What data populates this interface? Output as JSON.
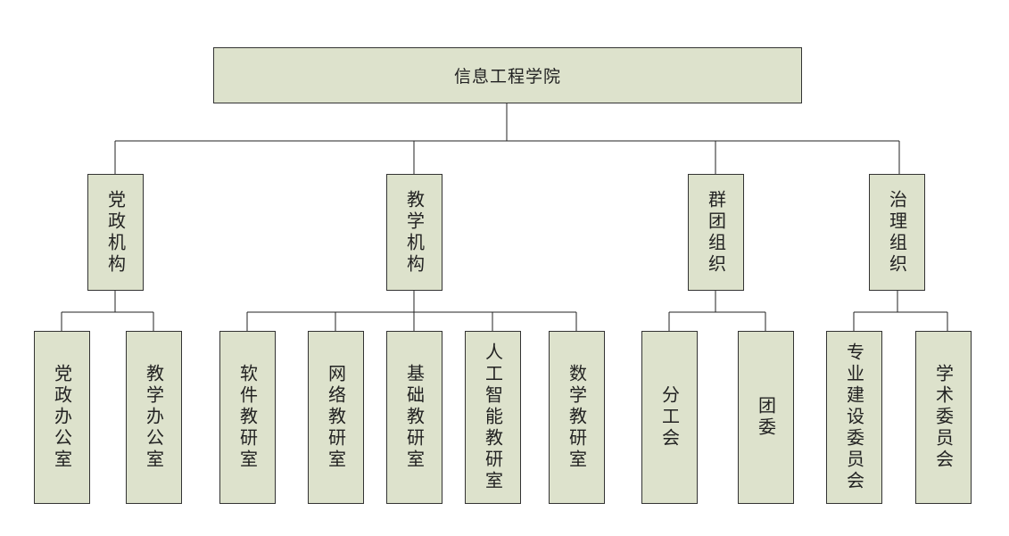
{
  "root": {
    "label": "信息工程学院"
  },
  "level1": [
    {
      "label": "党政机构",
      "children": [
        "党政办公室",
        "教学办公室"
      ]
    },
    {
      "label": "教学机构",
      "children": [
        "软件教研室",
        "网络教研室",
        "基础教研室",
        "人工智能教研室",
        "数学教研室"
      ]
    },
    {
      "label": "群团组织",
      "children": [
        "分工会",
        "团委"
      ]
    },
    {
      "label": "治理组织",
      "children": [
        "专业建设委员会",
        "学术委员会"
      ]
    }
  ],
  "colors": {
    "box_fill": "#dde2cc",
    "box_border": "#333333",
    "line": "#222222"
  }
}
